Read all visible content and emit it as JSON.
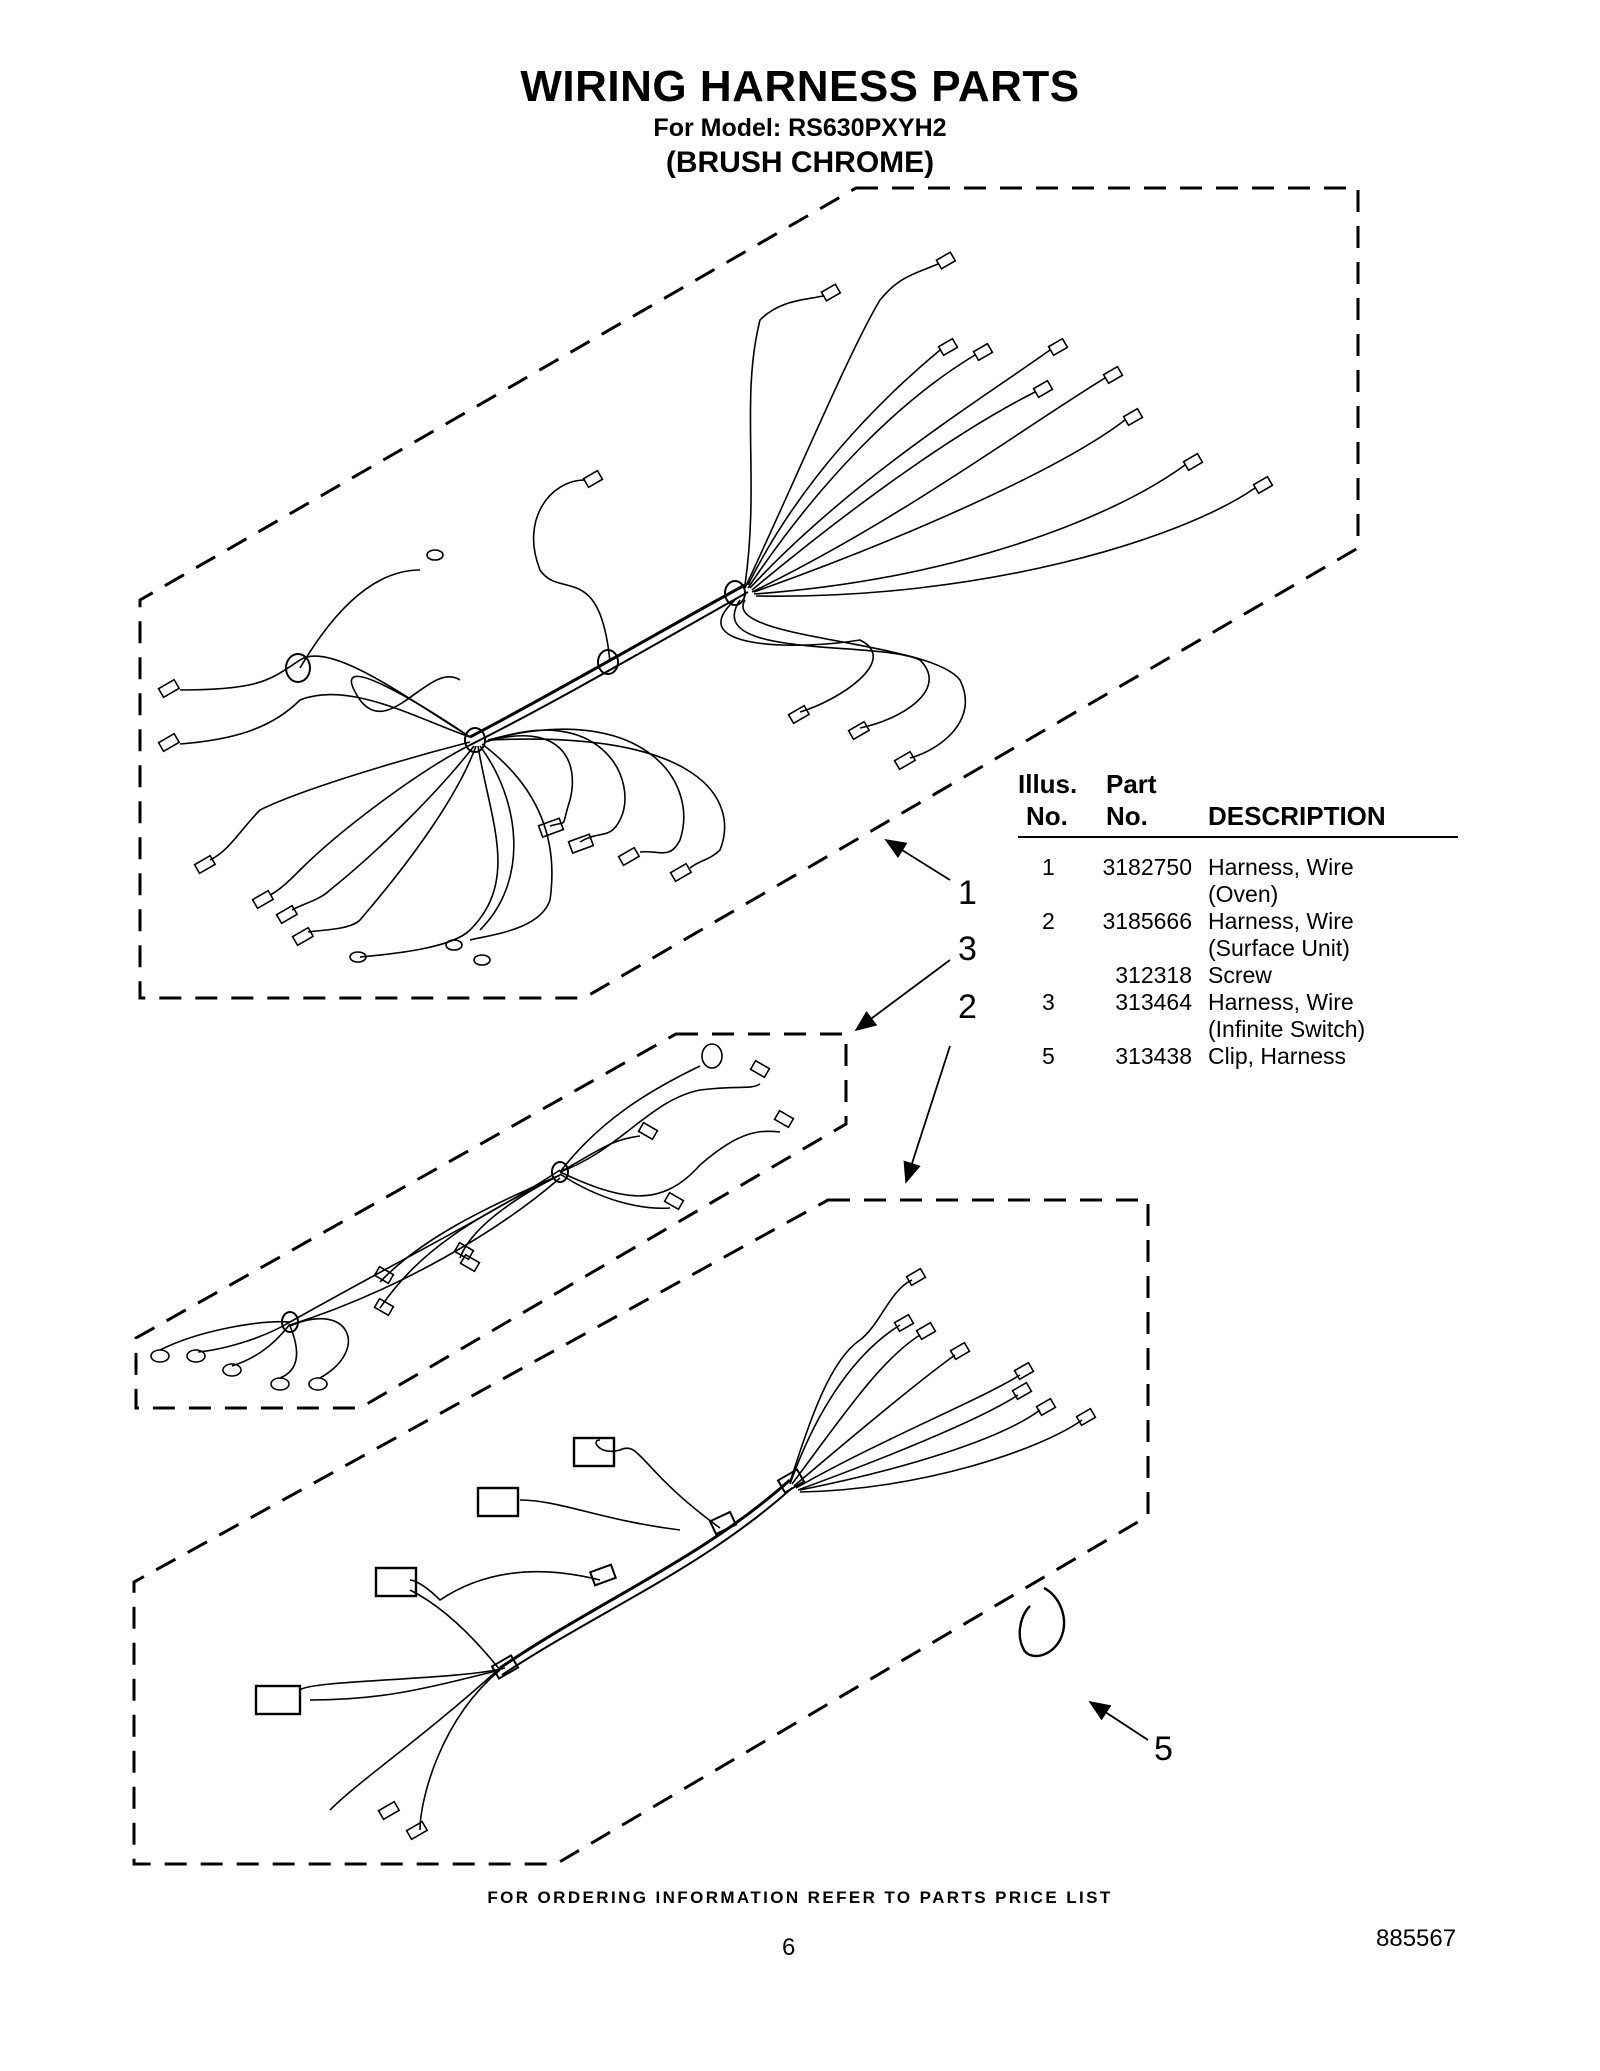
{
  "header": {
    "title": "WIRING HARNESS PARTS",
    "model": "For Model: RS630PXYH2",
    "variant": "(BRUSH CHROME)"
  },
  "parts_table": {
    "columns": [
      {
        "line1": "Illus.",
        "line2": "No."
      },
      {
        "line1": "Part",
        "line2": "No."
      },
      {
        "line1": "",
        "line2": "DESCRIPTION"
      }
    ],
    "rows": [
      {
        "illus": "1",
        "part": "3182750",
        "description": "Harness, Wire"
      },
      {
        "illus": "",
        "part": "",
        "description": "(Oven)"
      },
      {
        "illus": "2",
        "part": "3185666",
        "description": "Harness, Wire"
      },
      {
        "illus": "",
        "part": "",
        "description": "(Surface Unit)"
      },
      {
        "illus": "",
        "part": "312318",
        "description": "Screw"
      },
      {
        "illus": "3",
        "part": "313464",
        "description": "Harness, Wire"
      },
      {
        "illus": "",
        "part": "",
        "description": "(Infinite Switch)"
      },
      {
        "illus": "5",
        "part": "313438",
        "description": "Clip, Harness"
      }
    ]
  },
  "callouts": {
    "c1": "1",
    "c2": "2",
    "c3": "3",
    "c5": "5"
  },
  "footer": {
    "ordering": "FOR ORDERING INFORMATION REFER TO PARTS PRICE LIST",
    "page": "6",
    "doc_number": "885567"
  }
}
